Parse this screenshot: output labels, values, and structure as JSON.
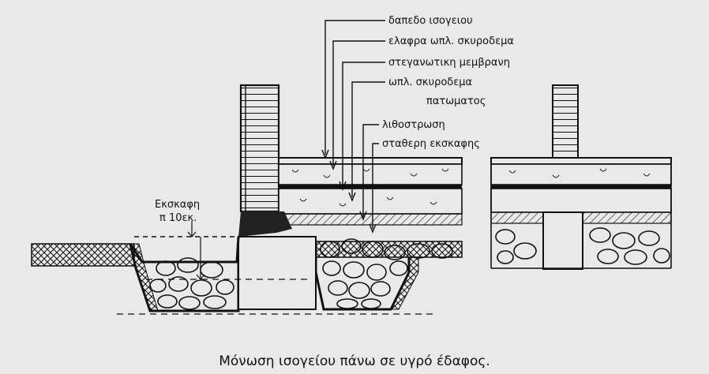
{
  "callouts": [
    "δαπεδο ισογειου",
    "ελαφρα ωπλ. σκυροδεμα",
    "στεγανωτικη μεμβρανη",
    "ωπλ. σκυροδεμα",
    "πατωματος",
    "λιθοστρωση",
    "σταθερη εκσκαφης"
  ],
  "excavation_note": [
    "Εκσκαφη",
    "π 10εκ."
  ],
  "caption": "Μόνωση ισογείου πάνω σε υγρό έδαφος."
}
